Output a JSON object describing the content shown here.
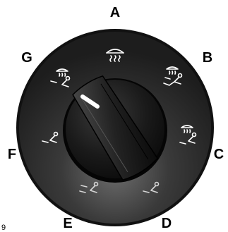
{
  "dial": {
    "positions": [
      {
        "letter": "A",
        "icon": "defrost-icon"
      },
      {
        "letter": "B",
        "icon": "defrost-panel-floor-icon"
      },
      {
        "letter": "C",
        "icon": "defrost-floor-icon"
      },
      {
        "letter": "D",
        "icon": "floor-icon"
      },
      {
        "letter": "E",
        "icon": "panel-floor-icon"
      },
      {
        "letter": "F",
        "icon": "floor-icon"
      },
      {
        "letter": "G",
        "icon": "panel-defrost-icon"
      }
    ],
    "colors": {
      "bezel": "#2a2a2a",
      "knob": "#151515",
      "pointer": "#ffffff",
      "labels": "#000000"
    }
  },
  "figure_id_fragment": "9"
}
